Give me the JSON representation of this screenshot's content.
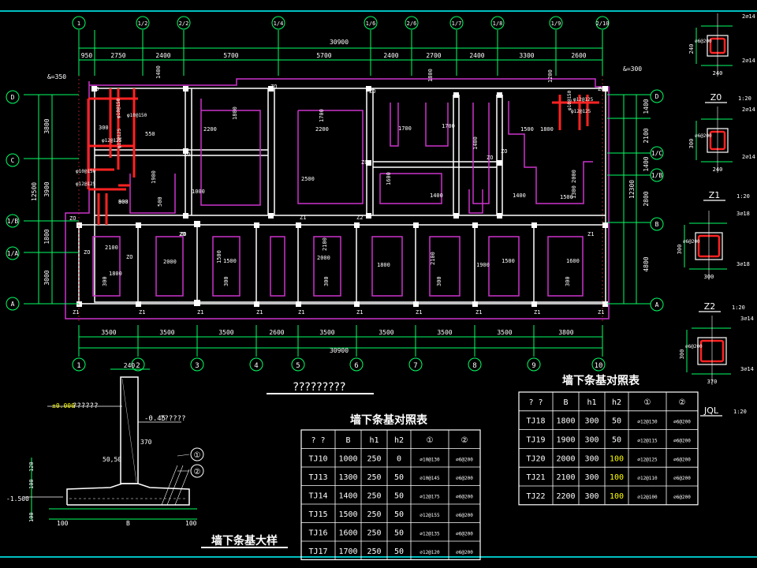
{
  "colors": {
    "background": "#000000",
    "dimension": "#00ff66",
    "wall": "#ffffff",
    "footing": "#cc33cc",
    "rebar": "#ff2222",
    "frame": "#00ffff",
    "axis_circle": "#00ff66",
    "highlight": "#ffff00"
  },
  "plan": {
    "top_axes": [
      "1",
      "1/2",
      "2/2",
      "1/4",
      "1/6",
      "2/6",
      "1/7",
      "1/8",
      "1/9",
      "2/10"
    ],
    "bottom_axes": [
      "1",
      "2",
      "3",
      "4",
      "5",
      "6",
      "7",
      "8",
      "9",
      "10"
    ],
    "left_axes": [
      "D",
      "C",
      "1/B",
      "1/A",
      "A"
    ],
    "right_axes": [
      "D",
      "1/C",
      "1/B",
      "B",
      "A"
    ],
    "top_total": "30900",
    "top_dims": [
      "950",
      "2750",
      "2400",
      "5700",
      "5700",
      "2400",
      "2700",
      "2400",
      "3300",
      "2600"
    ],
    "bottom_dims": [
      "3500",
      "3500",
      "3500",
      "2600",
      "3500",
      "3500",
      "3500",
      "3500",
      "3800"
    ],
    "bottom_total": "30900",
    "left_total": "12500",
    "left_dims": [
      "3800",
      "3900",
      "1800",
      "3000"
    ],
    "right_dims": [
      "1400",
      "2100",
      "1400",
      "2800",
      "4800"
    ],
    "right_total": "12300",
    "offset_left": "&=350",
    "offset_right": "&=300",
    "inner_dims": [
      "1400",
      "2200",
      "1800",
      "2200",
      "1700",
      "1700",
      "1700",
      "1800",
      "1400",
      "1500",
      "1800",
      "2500",
      "1000",
      "1900",
      "500",
      "900",
      "1600",
      "1400",
      "1400",
      "2000",
      "1500",
      "1300",
      "1200",
      "2100",
      "1800",
      "2000",
      "1500",
      "1500",
      "2000",
      "2100",
      "1800",
      "2100",
      "1900",
      "1500",
      "1600",
      "300",
      "300",
      "300",
      "300",
      "300",
      "300",
      "550",
      "800"
    ],
    "rebar_notes": [
      "φ10@150",
      "φ10@150",
      "φ12@125",
      "φ12@125",
      "φ10@150",
      "φ12@125",
      "φ10@150",
      "φ12@125",
      "φ12@125"
    ],
    "labels_zo": [
      "ZO",
      "ZO",
      "ZO",
      "ZO",
      "ZO",
      "ZO",
      "ZO",
      "ZO",
      "ZO",
      "ZO",
      "ZO",
      "ZO",
      "ZO"
    ],
    "labels_z1": [
      "Z1",
      "Z1",
      "Z1",
      "Z1",
      "Z1",
      "Z1",
      "Z1",
      "Z1",
      "Z1",
      "Z1",
      "Z1",
      "Z1",
      "Z2"
    ]
  },
  "columns": [
    {
      "name": "Z0",
      "scale": "1:20",
      "top": "2⌀14",
      "bottom": "2⌀14",
      "stirrup": "⌀6@200",
      "w": "240",
      "h": "240"
    },
    {
      "name": "Z1",
      "scale": "1:20",
      "top": "2⌀14",
      "bottom": "2⌀14",
      "stirrup": "⌀6@200",
      "w": "240",
      "h": "300"
    },
    {
      "name": "Z2",
      "scale": "1:20",
      "top": "3⌀18",
      "bottom": "3⌀18",
      "stirrup": "⌀6@200",
      "w": "300",
      "h": "300"
    },
    {
      "name": "JQL",
      "scale": "1:20",
      "top": "3⌀14",
      "bottom": "3⌀14",
      "stirrup": "⌀6@200",
      "w": "370",
      "h": "300"
    }
  ],
  "plan_title": "?????????",
  "section": {
    "title": "墙下条基大样",
    "top_dim": "240",
    "level0": "±0.000",
    "level0_note": "??????",
    "level1": "-0.45",
    "level1_note": "??????",
    "dim_370": "370",
    "dim_5050": "50,50",
    "circle1": "①",
    "circle2": "②",
    "left_dims": [
      "120",
      "100",
      "100"
    ],
    "bottom_level": "-1.500",
    "bottom_dims": [
      "100",
      "B",
      "100"
    ]
  },
  "table1": {
    "title": "墙下条基对照表",
    "headers": [
      "? ?",
      "B",
      "h1",
      "h2",
      "①",
      "②"
    ],
    "rows": [
      [
        "TJ10",
        "1000",
        "250",
        "0",
        "⌀10@130",
        "⌀6@200"
      ],
      [
        "TJ13",
        "1300",
        "250",
        "50",
        "⌀10@145",
        "⌀6@200"
      ],
      [
        "TJ14",
        "1400",
        "250",
        "50",
        "⌀12@175",
        "⌀6@200"
      ],
      [
        "TJ15",
        "1500",
        "250",
        "50",
        "⌀12@155",
        "⌀6@200"
      ],
      [
        "TJ16",
        "1600",
        "250",
        "50",
        "⌀12@135",
        "⌀6@200"
      ],
      [
        "TJ17",
        "1700",
        "250",
        "50",
        "⌀12@120",
        "⌀6@200"
      ]
    ]
  },
  "table2": {
    "title": "墙下条基对照表",
    "headers": [
      "? ?",
      "B",
      "h1",
      "h2",
      "①",
      "②"
    ],
    "rows": [
      [
        "TJ18",
        "1800",
        "300",
        "50",
        "⌀12@130",
        "⌀6@200"
      ],
      [
        "TJ19",
        "1900",
        "300",
        "50",
        "⌀12@115",
        "⌀6@200"
      ],
      [
        "TJ20",
        "2000",
        "300",
        "100",
        "⌀12@125",
        "⌀6@200"
      ],
      [
        "TJ21",
        "2100",
        "300",
        "100",
        "⌀12@110",
        "⌀6@200"
      ],
      [
        "TJ22",
        "2200",
        "300",
        "100",
        "⌀12@100",
        "⌀6@200"
      ]
    ]
  }
}
